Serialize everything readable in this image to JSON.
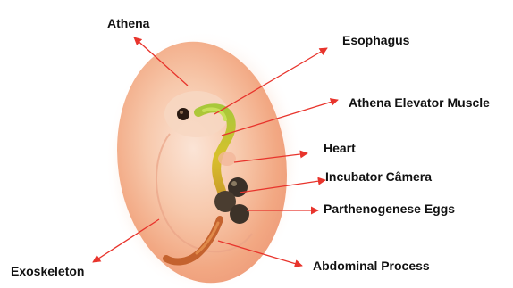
{
  "colors": {
    "arrow": "#e8342c",
    "label_text": "#111111",
    "background": "#ffffff",
    "specimen_body": "#f4b48e"
  },
  "labels": {
    "athena": "Athena",
    "esophagus": "Esophagus",
    "athena_elevator_muscle": "Athena Elevator Muscle",
    "heart": "Heart",
    "incubator_camera": "Incubator Câmera",
    "parthenogenese_eggs": "Parthenogenese Eggs",
    "exoskeleton": "Exoskeleton",
    "abdominal_process": "Abdominal Process"
  }
}
